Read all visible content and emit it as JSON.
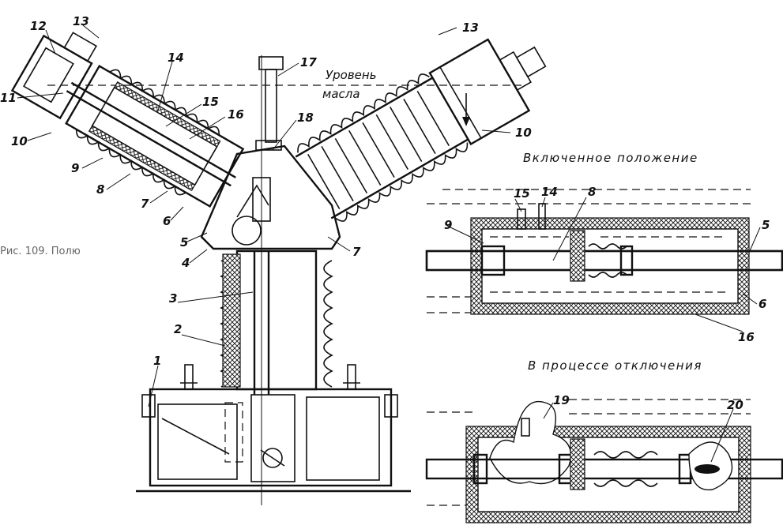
{
  "labels": {
    "n1": "1",
    "n2": "2",
    "n3": "3",
    "n4": "4",
    "n5": "5",
    "n6": "6",
    "n7": "7",
    "n8": "8",
    "n9": "9",
    "n10": "10",
    "n11": "11",
    "n12": "12",
    "n13": "13",
    "n14": "14",
    "n15": "15",
    "n16": "16",
    "n17": "17",
    "n18": "18",
    "n19": "19",
    "n20": "20"
  },
  "oil_level": {
    "line1": "Уровень",
    "line2": "масла"
  },
  "stray_text": "Рис. 109. Полю",
  "detail_closed": {
    "caption": "Включенное положение",
    "labels": {
      "n15": "15",
      "n14": "14",
      "n8": "8",
      "n9": "9",
      "n5": "5",
      "n6": "6",
      "n16": "16"
    }
  },
  "detail_opening": {
    "caption": "В процессе отключения",
    "labels": {
      "n19": "19",
      "n20": "20"
    }
  }
}
